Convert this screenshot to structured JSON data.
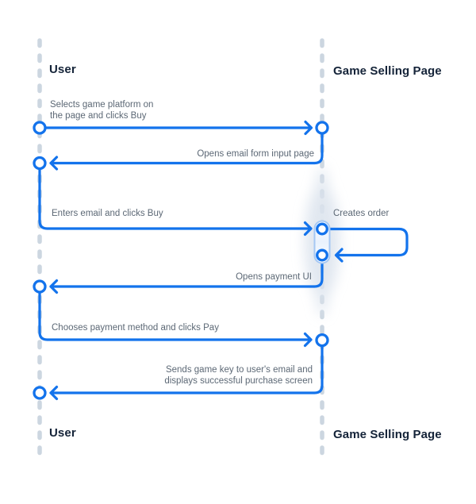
{
  "diagram": {
    "type": "sequence-diagram",
    "actors": [
      {
        "id": "user",
        "label": "User"
      },
      {
        "id": "game-selling-page",
        "label": "Game Selling Page"
      }
    ],
    "messages": [
      {
        "from": "user",
        "to": "game-selling-page",
        "label": "Selects game platform on\nthe page and clicks Buy"
      },
      {
        "from": "game-selling-page",
        "to": "user",
        "label": "Opens email form input page"
      },
      {
        "from": "user",
        "to": "game-selling-page",
        "label": "Enters email and clicks Buy"
      },
      {
        "from": "game-selling-page",
        "to": "game-selling-page",
        "label": "Creates order"
      },
      {
        "from": "game-selling-page",
        "to": "user",
        "label": "Opens payment UI"
      },
      {
        "from": "user",
        "to": "game-selling-page",
        "label": "Chooses payment method and clicks Pay"
      },
      {
        "from": "game-selling-page",
        "to": "user",
        "label": "Sends game key to user's email and\ndisplays successful purchase screen"
      }
    ],
    "colors": {
      "arrow_blue": "#1373ec",
      "lifeline_gray": "#ccd6e0",
      "message_text": "#5c6875",
      "actor_text": "#142338",
      "activation_border": "#a6c8f3",
      "activation_glow": "#dbe3ed",
      "background": "#ffffff"
    }
  }
}
